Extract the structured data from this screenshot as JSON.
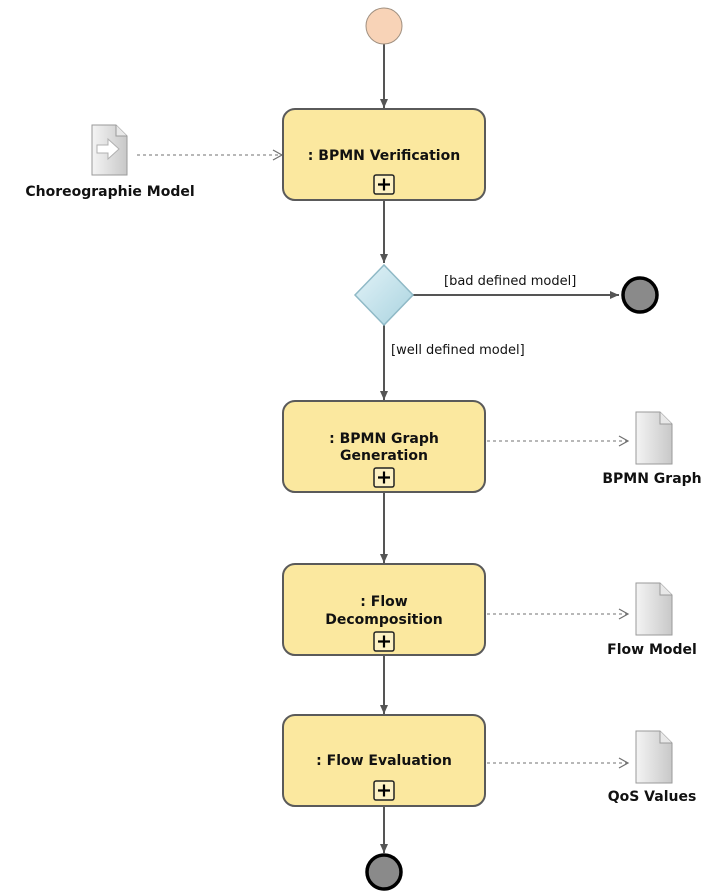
{
  "diagram": {
    "activities": [
      {
        "id": "verification",
        "lines": [
          ": BPMN Verification"
        ]
      },
      {
        "id": "graph-generation",
        "lines": [
          ": BPMN Graph",
          "Generation"
        ]
      },
      {
        "id": "flow-decomposition",
        "lines": [
          ": Flow",
          "Decomposition"
        ]
      },
      {
        "id": "flow-evaluation",
        "lines": [
          ": Flow Evaluation"
        ]
      }
    ],
    "input_document": {
      "label": "Choreographie Model"
    },
    "output_documents": [
      {
        "id": "bpmn-graph",
        "label": "BPMN Graph"
      },
      {
        "id": "flow-model",
        "label": "Flow Model"
      },
      {
        "id": "qos-values",
        "label": "QoS Values"
      }
    ],
    "guards": {
      "bad": "[bad defined model]",
      "well": "[well defined model]"
    },
    "expand_symbol": "+",
    "colors": {
      "activity_fill": "#fbe89f",
      "activity_stroke": "#5a5a5a",
      "start_fill": "#f8d3b7",
      "end_fill": "#8a8a8a",
      "decision_fill": "#c9e6ee",
      "decision_stroke": "#8fb9c6",
      "arrow": "#555555",
      "dashed": "#707070"
    }
  }
}
